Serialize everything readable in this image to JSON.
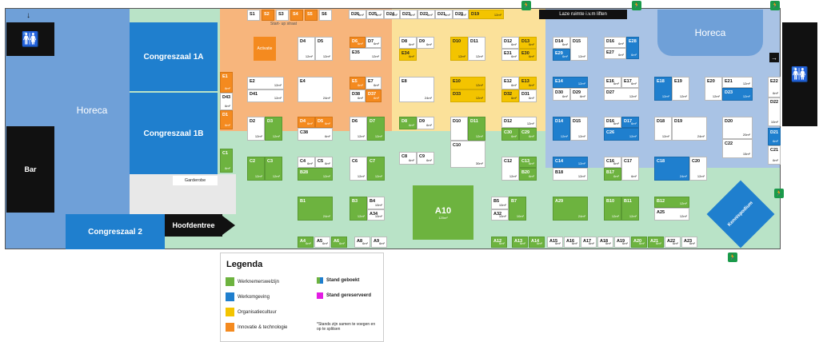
{
  "colors": {
    "werknemerswelzijn": "#6db33f",
    "werkomgeving": "#1f7fce",
    "organisatiecultuur": "#f3c400",
    "innovatie": "#f48a1f",
    "horeca": "#6fa0d8",
    "floor_green": "#b9e3c7",
    "floor_orange": "#f7b57c",
    "floor_yellow": "#fbe19a",
    "floor_blue": "#a9c3e5"
  },
  "rooms": {
    "horeca_left": "Horeca",
    "horeca_right": "Horeca",
    "bar": "Bar",
    "congreszaal_1a": "Congreszaal 1A",
    "congreszaal_1b": "Congreszaal 1B",
    "congreszaal_2": "Congreszaal 2",
    "hoofdentree": "Hoofdentree",
    "garderobe": "Garderobe",
    "activatie": "Activatie",
    "start_up_straat": "Start- up straat",
    "laze_ruimte": "Laze ruimte i.v.m liften",
    "kennispodium": "Kennispodium",
    "a10": "A10",
    "a10_size": "120m²"
  },
  "legend": {
    "title": "Legenda",
    "welzijn": "Werknemerswelzijn",
    "omgeving": "Werkomgeving",
    "cultuur": "Organisatiecultuur",
    "innovatie": "Innovatie & technologie",
    "geboekt": "Stand geboekt",
    "gereserveerd": "Stand gereserveerd",
    "note": "*Stands zijn samen te voegen en op te splitsen"
  },
  "stands": [
    {
      "c": "S1",
      "s": ""
    },
    {
      "c": "S2",
      "s": ""
    },
    {
      "c": "S3",
      "s": ""
    },
    {
      "c": "S4",
      "s": ""
    },
    {
      "c": "S5",
      "s": ""
    },
    {
      "c": "S6",
      "s": ""
    },
    {
      "c": "D26",
      "s": "6m²"
    },
    {
      "c": "D25",
      "s": "6m²"
    },
    {
      "c": "D24",
      "s": "6m²"
    },
    {
      "c": "D23",
      "s": "6m²"
    },
    {
      "c": "D22",
      "s": "6m²"
    },
    {
      "c": "D21",
      "s": "6m²"
    },
    {
      "c": "D20",
      "s": "6m²"
    },
    {
      "c": "D19",
      "s": "12m²"
    },
    {
      "c": "D4",
      "s": "12m²"
    },
    {
      "c": "D5",
      "s": "12m²"
    },
    {
      "c": "D6",
      "s": "6m²"
    },
    {
      "c": "D7",
      "s": "6m²"
    },
    {
      "c": "E35",
      "s": "12m²"
    },
    {
      "c": "D8",
      "s": "6m²"
    },
    {
      "c": "D9",
      "s": "6m²"
    },
    {
      "c": "E34",
      "s": "6m²"
    },
    {
      "c": "D10",
      "s": "12m²"
    },
    {
      "c": "D11",
      "s": "12m²"
    },
    {
      "c": "D12",
      "s": "6m²"
    },
    {
      "c": "D13",
      "s": "6m²"
    },
    {
      "c": "E31",
      "s": "6m²"
    },
    {
      "c": "E30",
      "s": "6m²"
    },
    {
      "c": "D14",
      "s": "6m²"
    },
    {
      "c": "D15",
      "s": "12m²"
    },
    {
      "c": "E29",
      "s": "6m²"
    },
    {
      "c": "D16",
      "s": "6m²"
    },
    {
      "c": "E28",
      "s": "6m²"
    },
    {
      "c": "E27",
      "s": "6m²"
    },
    {
      "c": "E1",
      "s": "6m²"
    },
    {
      "c": "D43",
      "s": "6m²"
    },
    {
      "c": "D1",
      "s": "6m²"
    },
    {
      "c": "E2",
      "s": "12m²"
    },
    {
      "c": "D41",
      "s": "12m²"
    },
    {
      "c": "E4",
      "s": "24m²"
    },
    {
      "c": "E5",
      "s": "6m²"
    },
    {
      "c": "E7",
      "s": "6m²"
    },
    {
      "c": "D38",
      "s": "6m²"
    },
    {
      "c": "D37",
      "s": "6m²"
    },
    {
      "c": "E8",
      "s": "24m²"
    },
    {
      "c": "E10",
      "s": "12m²"
    },
    {
      "c": "D33",
      "s": "12m²"
    },
    {
      "c": "E12",
      "s": "6m²"
    },
    {
      "c": "E13",
      "s": "6m²"
    },
    {
      "c": "D32",
      "s": "6m²"
    },
    {
      "c": "D31",
      "s": "6m²"
    },
    {
      "c": "E14",
      "s": "12m²"
    },
    {
      "c": "D30",
      "s": "6m²"
    },
    {
      "c": "D29",
      "s": "6m²"
    },
    {
      "c": "E16",
      "s": "6m²"
    },
    {
      "c": "E17",
      "s": "6m²"
    },
    {
      "c": "D27",
      "s": "12m²"
    },
    {
      "c": "E18",
      "s": "12m²"
    },
    {
      "c": "E19",
      "s": "12m²"
    },
    {
      "c": "E20",
      "s": "12m²"
    },
    {
      "c": "E21",
      "s": "12m²"
    },
    {
      "c": "D23",
      "s": "12m²"
    },
    {
      "c": "E22",
      "s": "6m²"
    },
    {
      "c": "D22",
      "s": "10m²"
    },
    {
      "c": "D2",
      "s": "12m²"
    },
    {
      "c": "D3",
      "s": "12m²"
    },
    {
      "c": "D4",
      "s": "6m²"
    },
    {
      "c": "D5",
      "s": "6m²"
    },
    {
      "c": "C38",
      "s": "6m²"
    },
    {
      "c": "D6",
      "s": "12m²"
    },
    {
      "c": "D7",
      "s": "12m²"
    },
    {
      "c": "D8",
      "s": "6m²"
    },
    {
      "c": "D9",
      "s": "6m²"
    },
    {
      "c": "D10",
      "s": ""
    },
    {
      "c": "D11",
      "s": "12m²"
    },
    {
      "c": "C10",
      "s": "30m²"
    },
    {
      "c": "D12",
      "s": "12m²"
    },
    {
      "c": "C30",
      "s": "6m²"
    },
    {
      "c": "C29",
      "s": "6m²"
    },
    {
      "c": "D14",
      "s": "12m²"
    },
    {
      "c": "D15",
      "s": "12m²"
    },
    {
      "c": "D16",
      "s": "6m²"
    },
    {
      "c": "D17",
      "s": "6m²"
    },
    {
      "c": "C26",
      "s": "12m²"
    },
    {
      "c": "D18",
      "s": "12m²"
    },
    {
      "c": "D19",
      "s": "24m²"
    },
    {
      "c": "D20",
      "s": "20m²"
    },
    {
      "c": "C22",
      "s": "15m²"
    },
    {
      "c": "D21",
      "s": "6m²"
    },
    {
      "c": "C21",
      "s": "6m²"
    },
    {
      "c": "C1",
      "s": "6m²"
    },
    {
      "c": "C2",
      "s": "12m²"
    },
    {
      "c": "C3",
      "s": "12m²"
    },
    {
      "c": "C4",
      "s": "6m²"
    },
    {
      "c": "C5",
      "s": "6m²"
    },
    {
      "c": "B28",
      "s": "12m²"
    },
    {
      "c": "C6",
      "s": "12m²"
    },
    {
      "c": "C7",
      "s": "12m²"
    },
    {
      "c": "C8",
      "s": "6m²"
    },
    {
      "c": "C9",
      "s": "6m²"
    },
    {
      "c": "C12",
      "s": "12m²"
    },
    {
      "c": "C13",
      "s": "6m²"
    },
    {
      "c": "B20",
      "s": "6m²"
    },
    {
      "c": "C14",
      "s": "12m²"
    },
    {
      "c": "B18",
      "s": "12m²"
    },
    {
      "c": "C16",
      "s": "6m²"
    },
    {
      "c": "C17",
      "s": "6m²"
    },
    {
      "c": "B17",
      "s": "6m²"
    },
    {
      "c": "C18",
      "s": "24m²"
    },
    {
      "c": "C20",
      "s": "12m²"
    },
    {
      "c": "B1",
      "s": "24m²"
    },
    {
      "c": "B3",
      "s": "12m²"
    },
    {
      "c": "B4",
      "s": "10m²"
    },
    {
      "c": "A34",
      "s": "10m²"
    },
    {
      "c": "B5",
      "s": "10m²"
    },
    {
      "c": "B7",
      "s": "10m²"
    },
    {
      "c": "A32",
      "s": "10m²"
    },
    {
      "c": "A29",
      "s": "24m²"
    },
    {
      "c": "B10",
      "s": "12m²"
    },
    {
      "c": "B11",
      "s": "12m²"
    },
    {
      "c": "B12",
      "s": "12m²"
    },
    {
      "c": "A25",
      "s": "12m²"
    },
    {
      "c": "A4",
      "s": "6m²"
    },
    {
      "c": "A5",
      "s": "6m²"
    },
    {
      "c": "A6",
      "s": "6m²"
    },
    {
      "c": "A8",
      "s": "6m²"
    },
    {
      "c": "A9",
      "s": "6m²"
    },
    {
      "c": "A12",
      "s": "6m²"
    },
    {
      "c": "A13",
      "s": "6m²"
    },
    {
      "c": "A14",
      "s": "6m²"
    },
    {
      "c": "A15",
      "s": "6m²"
    },
    {
      "c": "A16",
      "s": "6m²"
    },
    {
      "c": "A17",
      "s": "6m²"
    },
    {
      "c": "A18",
      "s": "6m²"
    },
    {
      "c": "A19",
      "s": "6m²"
    },
    {
      "c": "A20",
      "s": "6m²"
    },
    {
      "c": "A21",
      "s": "6m²"
    },
    {
      "c": "A22",
      "s": "6m²"
    },
    {
      "c": "A23",
      "s": "6m²"
    }
  ]
}
